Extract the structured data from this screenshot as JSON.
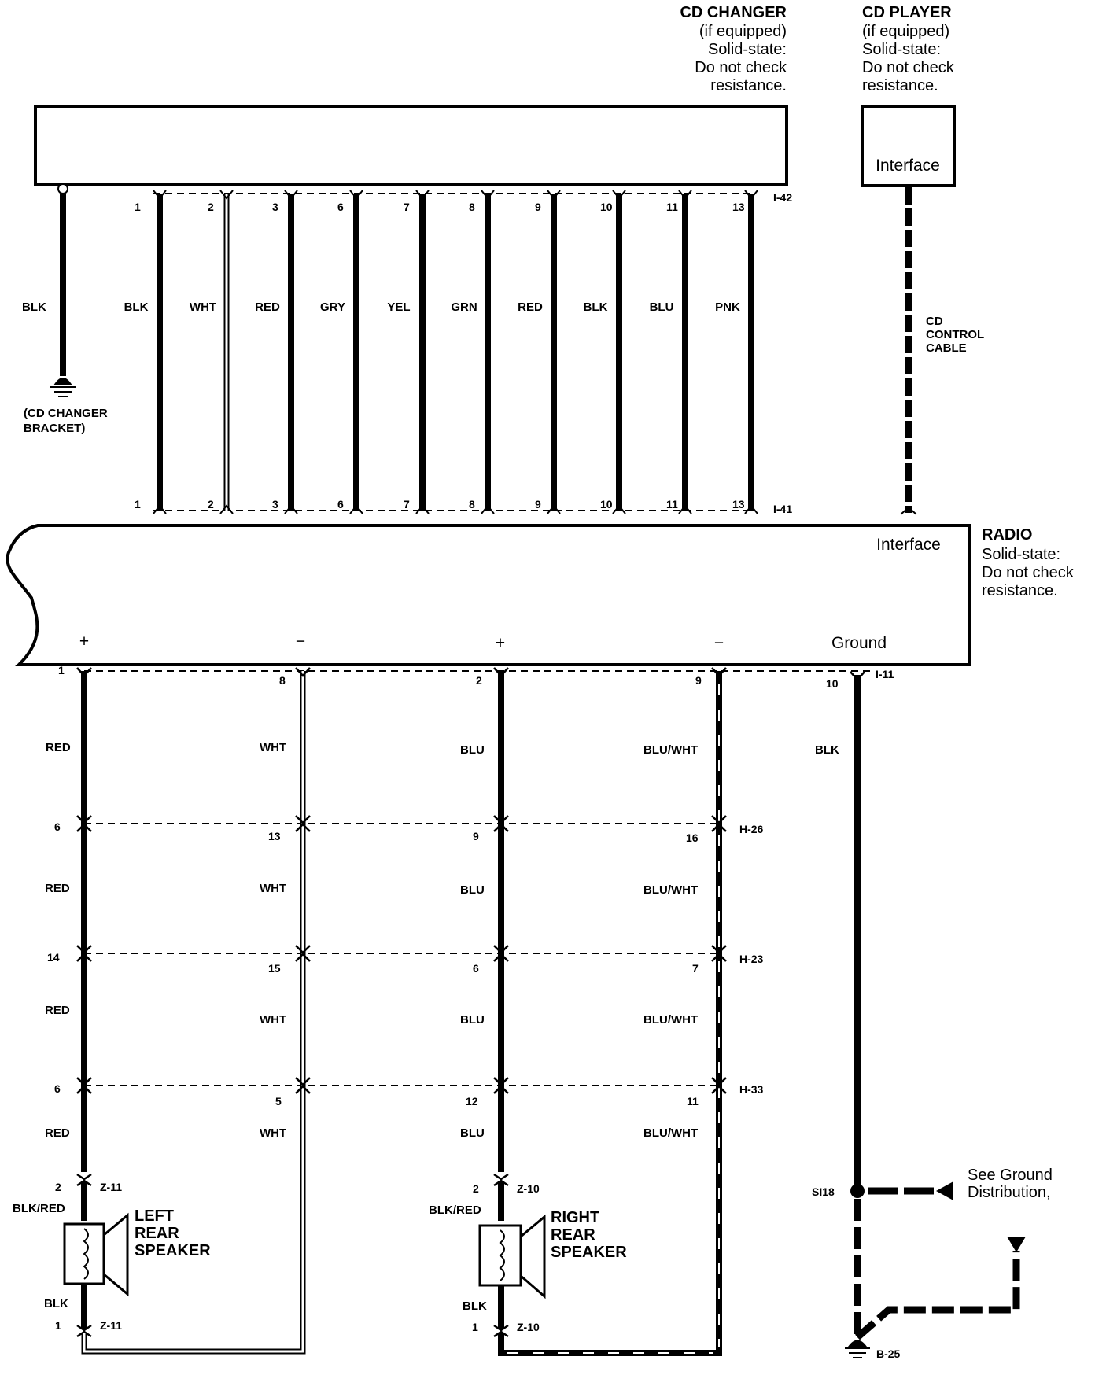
{
  "cd_changer": {
    "title": "CD CHANGER",
    "notes": [
      "(if equipped)",
      "Solid-state:",
      "Do not check",
      "resistance."
    ],
    "ground_wire": "BLK",
    "ground_label": [
      "(CD CHANGER",
      "BRACKET)"
    ],
    "connector_top": "I-42",
    "connector_bottom": "I-41",
    "pins": [
      {
        "pin": "1",
        "color": "BLK"
      },
      {
        "pin": "2",
        "color": "WHT"
      },
      {
        "pin": "3",
        "color": "RED"
      },
      {
        "pin": "6",
        "color": "GRY"
      },
      {
        "pin": "7",
        "color": "YEL"
      },
      {
        "pin": "8",
        "color": "GRN"
      },
      {
        "pin": "9",
        "color": "RED"
      },
      {
        "pin": "10",
        "color": "BLK"
      },
      {
        "pin": "11",
        "color": "BLU"
      },
      {
        "pin": "13",
        "color": "PNK"
      }
    ]
  },
  "cd_player": {
    "title": "CD PLAYER",
    "notes": [
      "(if equipped)",
      "Solid-state:",
      "Do not check",
      "resistance."
    ],
    "interface_label": "Interface",
    "cable_label": [
      "CD",
      "CONTROL",
      "CABLE"
    ]
  },
  "radio": {
    "title": "RADIO",
    "notes": [
      "Solid-state:",
      "Do not check",
      "resistance."
    ],
    "interface_label": "Interface",
    "terminals": [
      "+",
      "−",
      "+",
      "−",
      "Ground"
    ],
    "connector": "I-11",
    "out_pins": [
      "1",
      "8",
      "2",
      "9",
      "10"
    ]
  },
  "harness": {
    "wire_colors": [
      "RED",
      "WHT",
      "BLU",
      "BLU/WHT",
      "BLK"
    ],
    "connectors": [
      {
        "id": "H-26",
        "pins": [
          "6",
          "13",
          "9",
          "16"
        ]
      },
      {
        "id": "H-23",
        "pins": [
          "14",
          "15",
          "6",
          "7"
        ]
      },
      {
        "id": "H-33",
        "pins": [
          "6",
          "5",
          "12",
          "11"
        ]
      }
    ]
  },
  "left_speaker": {
    "name": [
      "LEFT",
      "REAR",
      "SPEAKER"
    ],
    "connector": "Z-11",
    "pin_top": "2",
    "pin_bottom": "1",
    "wire_top": "BLK/RED",
    "wire_bottom": "BLK"
  },
  "right_speaker": {
    "name": [
      "RIGHT",
      "REAR",
      "SPEAKER"
    ],
    "connector": "Z-10",
    "pin_top": "2",
    "pin_bottom": "1",
    "wire_top": "BLK/RED",
    "wire_bottom": "BLK"
  },
  "ground": {
    "splice": "SI18",
    "note": [
      "See Ground",
      "Distribution,"
    ],
    "ground_point": "B-25"
  }
}
